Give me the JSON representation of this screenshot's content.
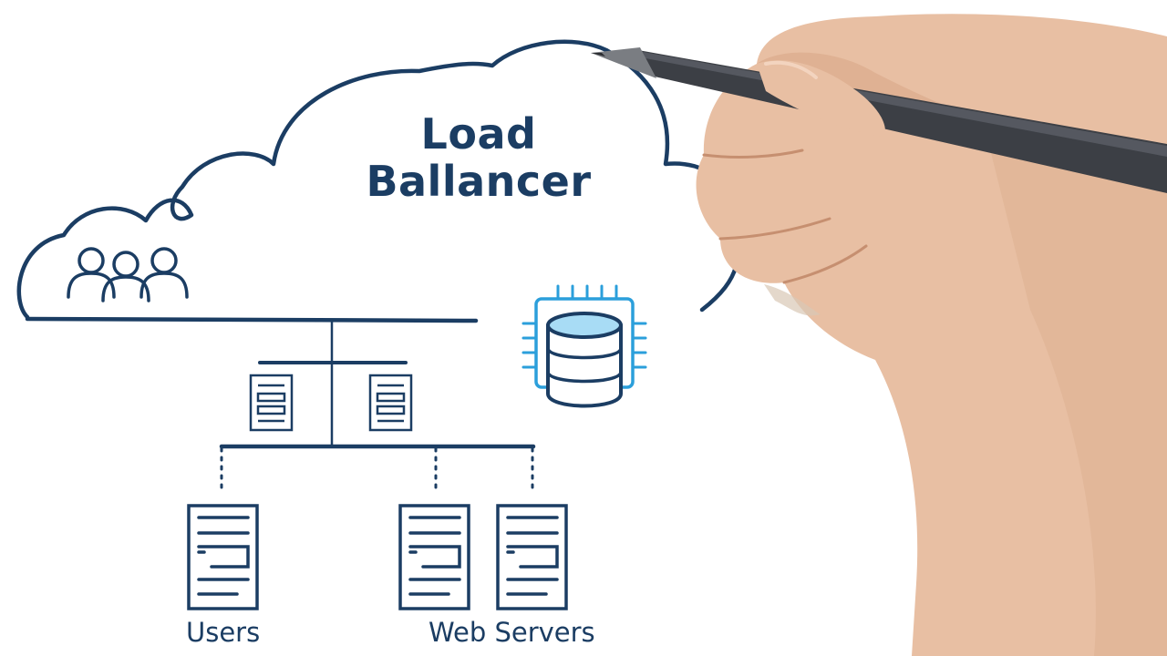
{
  "title": {
    "line1": "Load",
    "line2": "Ballancer"
  },
  "labels": {
    "users": "Users",
    "web_servers": "Web Servers"
  },
  "icons": {
    "group": "users-group-icon",
    "server": "server-icon",
    "database": "database-chip-icon",
    "cloud": "cloud-outline",
    "hand": "hand-holding-pen"
  },
  "colors": {
    "ink": "#1b3d63",
    "accent": "#2b9fdb",
    "db_fill": "#a8dcf5",
    "skin": "#e8bfa3",
    "pen": "#3c3f45"
  }
}
